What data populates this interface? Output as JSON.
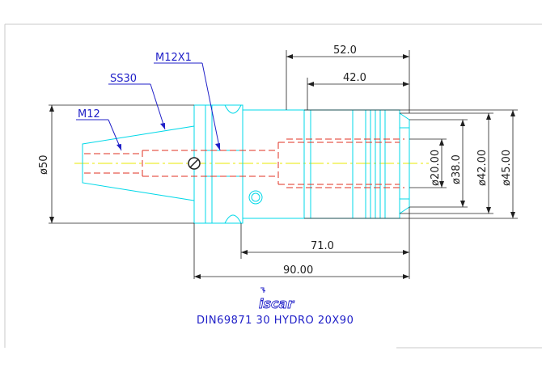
{
  "colors": {
    "outline": "#00d8e8",
    "dimension": "#202020",
    "leader_label": "#2020c8",
    "hidden_line": "#e03020",
    "centerline": "#e8e800",
    "frame": "#c8c8c8"
  },
  "callouts": {
    "m12x1": "M12X1",
    "ss30": "SS30",
    "m12": "M12"
  },
  "dimensions": {
    "d50": "ø50",
    "len_52": "52.0",
    "len_42": "42.0",
    "d20": "ø20.00",
    "d38": "ø38.0",
    "d42": "ø42.00",
    "d45": "ø45.00",
    "len_71": "71.0",
    "len_90": "90.00"
  },
  "brand": {
    "logo_text": "iscar"
  },
  "part_number": "DIN69871 30 HYDRO 20X90"
}
